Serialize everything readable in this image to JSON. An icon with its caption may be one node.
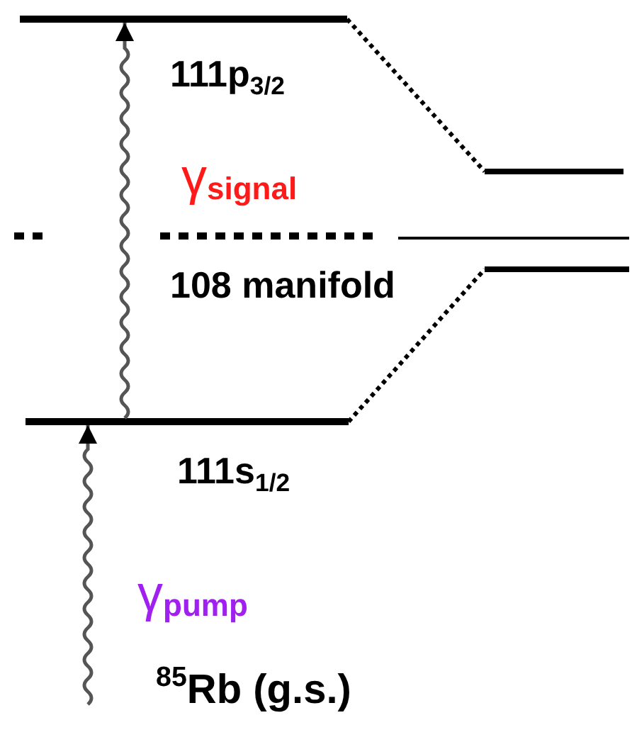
{
  "diagram": {
    "nodes": [
      {
        "text": [
          "111p$_{3/2}$"
        ]
      },
      {
        "text": [
          "108 manifold"
        ]
      },
      {
        "text": [
          "111s$_{1/2}$"
        ]
      },
      {
        "text": [
          "$^{85}$Rb (g.s.)"
        ]
      },
      {
        "text": [],
        "shape": "bar"
      },
      {
        "text": [],
        "shape": "bar"
      },
      {
        "text": [],
        "shape": "bar"
      }
    ],
    "edges": [
      {
        "from": 3,
        "to": 2,
        "arrow": "to",
        "label": "γ$_{pump}$"
      },
      {
        "from": 2,
        "to": 0,
        "arrow": "to",
        "label": "γ$_{signal}$"
      },
      {
        "from": 0,
        "to": 4,
        "arrow": "none",
        "style": "dashed"
      },
      {
        "from": 2,
        "to": 6,
        "arrow": "none",
        "style": "dashed"
      }
    ]
  }
}
